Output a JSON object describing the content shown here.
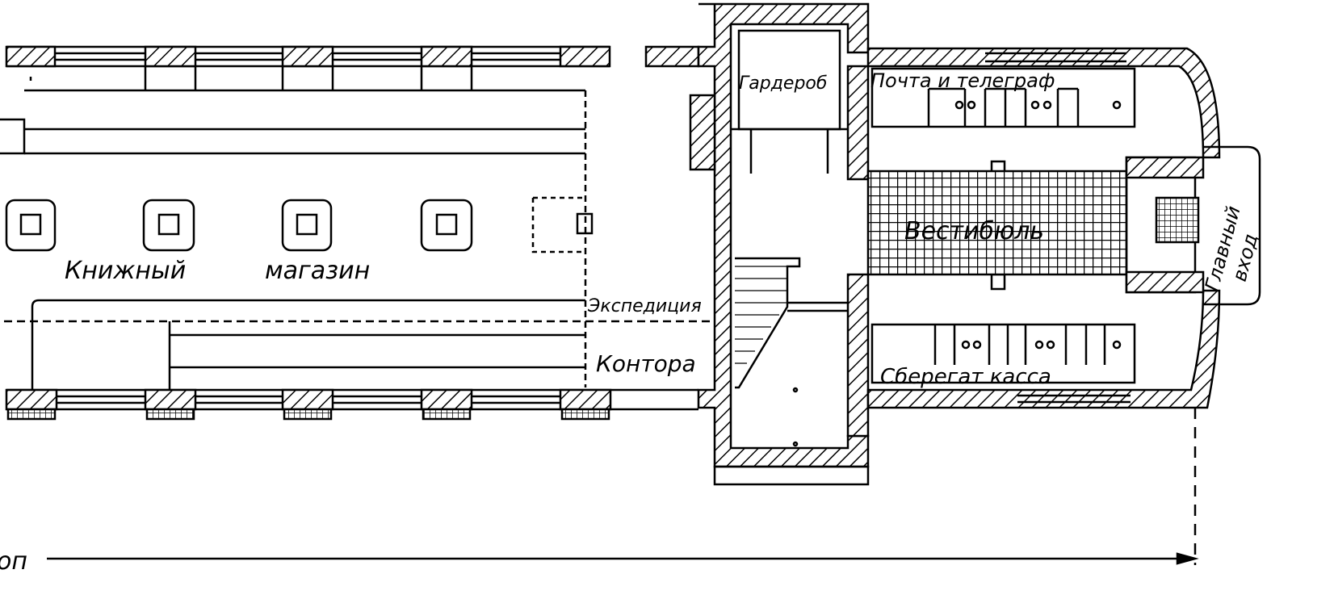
{
  "plan": {
    "rooms": {
      "bookshop_1": "Книжный",
      "bookshop_2": "магазин",
      "expedition": "Экспедиция",
      "office": "Контора",
      "cloakroom": "Гардероб",
      "post": "Почта и телеграф",
      "vestibule": "Вестибюль",
      "savings": "Сберегат касса",
      "entrance_1": "Главный",
      "entrance_2": "вход"
    },
    "dimension_label": "оп"
  },
  "colors": {
    "ink": "#000000",
    "paper": "#ffffff"
  }
}
